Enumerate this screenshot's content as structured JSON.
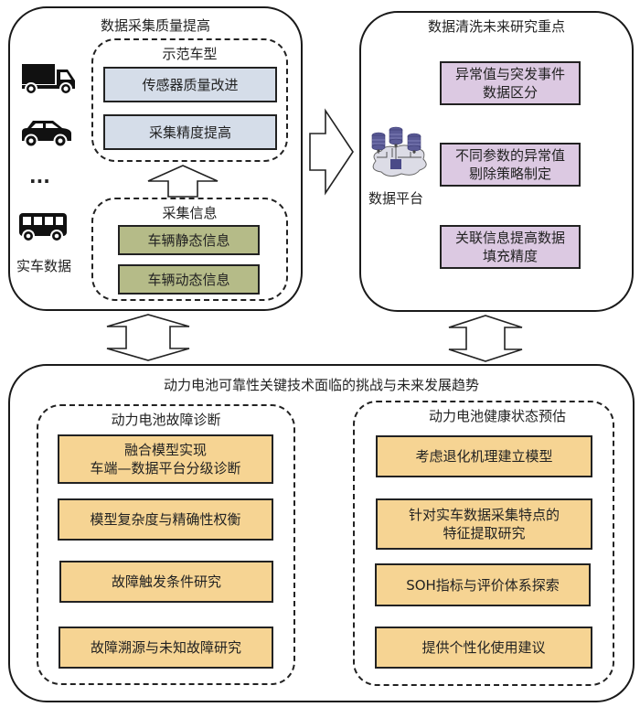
{
  "top_left": {
    "title": "数据采集质量提高",
    "vehicle_label": "实车数据",
    "ellipsis": "···",
    "demo_group": {
      "title": "示范车型",
      "items": [
        "传感器质量改进",
        "采集精度提高"
      ]
    },
    "collect_group": {
      "title": "采集信息",
      "items": [
        "车辆静态信息",
        "车辆动态信息"
      ]
    },
    "icons": [
      "truck-icon",
      "car-icon",
      "bus-icon"
    ]
  },
  "top_right": {
    "title": "数据清洗未来研究重点",
    "platform_label": "数据平台",
    "items": [
      "异常值与突发事件\n数据区分",
      "不同参数的异常值\n剔除策略制定",
      "关联信息提高数据\n填充精度"
    ]
  },
  "bottom": {
    "title": "动力电池可靠性关键技术面临的挑战与未来发展趋势",
    "fault_group": {
      "title": "动力电池故障诊断",
      "items": [
        "融合模型实现\n车端—数据平台分级诊断",
        "模型复杂度与精确性权衡",
        "故障触发条件研究",
        "故障溯源与未知故障研究"
      ]
    },
    "health_group": {
      "title": "动力电池健康状态预估",
      "items": [
        "考虑退化机理建立模型",
        "针对实车数据采集特点的\n特征提取研究",
        "SOH指标与评价体系探索",
        "提供个性化使用建议"
      ]
    }
  },
  "colors": {
    "blue_box": "#d5dde9",
    "green_box": "#b5bb88",
    "purple_box": "#dcc9e2",
    "orange_box": "#f6d493",
    "db_icon": "#5a5a96"
  }
}
